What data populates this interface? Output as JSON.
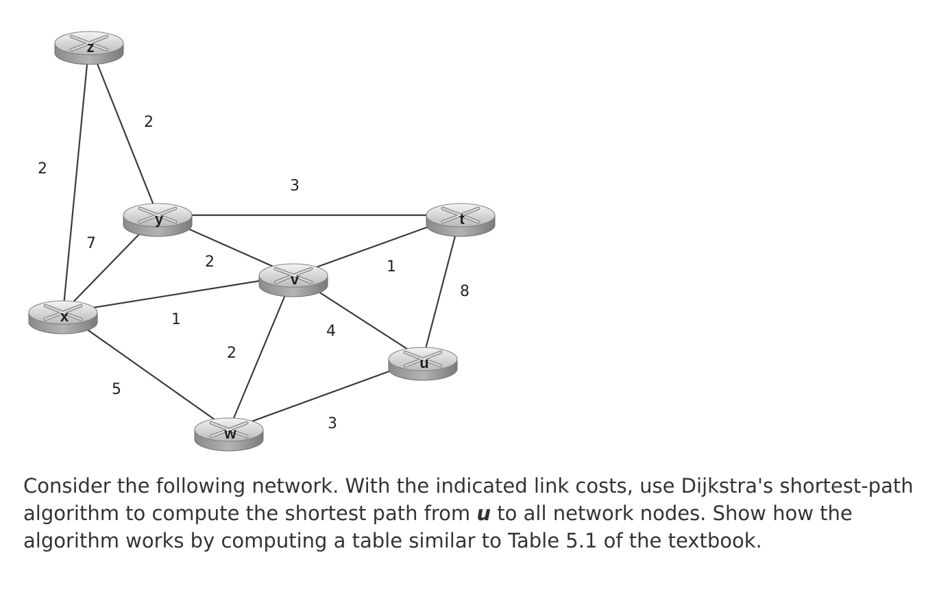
{
  "nodes": [
    {
      "id": "z",
      "label": "z"
    },
    {
      "id": "y",
      "label": "y"
    },
    {
      "id": "t",
      "label": "t"
    },
    {
      "id": "v",
      "label": "v"
    },
    {
      "id": "x",
      "label": "x"
    },
    {
      "id": "u",
      "label": "u"
    },
    {
      "id": "w",
      "label": "w"
    }
  ],
  "links": [
    {
      "from": "z",
      "to": "x",
      "cost": "2"
    },
    {
      "from": "z",
      "to": "y",
      "cost": "2"
    },
    {
      "from": "y",
      "to": "t",
      "cost": "3"
    },
    {
      "from": "y",
      "to": "x",
      "cost": "7"
    },
    {
      "from": "y",
      "to": "v",
      "cost": "2"
    },
    {
      "from": "v",
      "to": "t",
      "cost": "1"
    },
    {
      "from": "t",
      "to": "u",
      "cost": "8"
    },
    {
      "from": "x",
      "to": "v",
      "cost": "1"
    },
    {
      "from": "v",
      "to": "u",
      "cost": "4"
    },
    {
      "from": "v",
      "to": "w",
      "cost": "2"
    },
    {
      "from": "x",
      "to": "w",
      "cost": "5"
    },
    {
      "from": "w",
      "to": "u",
      "cost": "3"
    }
  ],
  "question": {
    "part1": "Consider the following network. With the indicated link costs, use Dijkstra's shortest-path algorithm to compute the shortest path from ",
    "emph": "u",
    "part2": " to all network nodes. Show how the algorithm works by computing a table similar to Table 5.1 of the textbook."
  }
}
